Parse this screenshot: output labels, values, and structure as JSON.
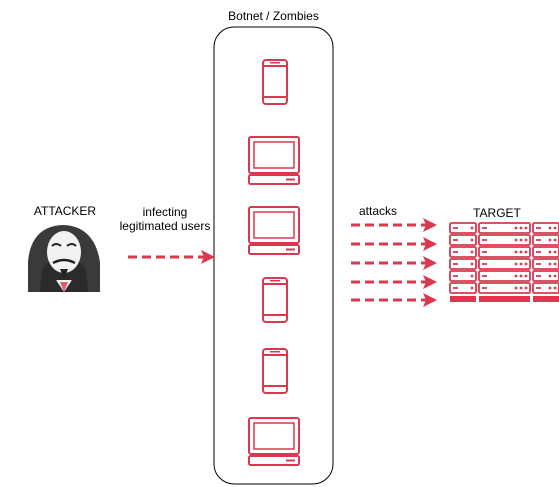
{
  "botnet": {
    "title": "Botnet / Zombies",
    "devices": [
      "phone",
      "laptop",
      "laptop",
      "phone",
      "phone",
      "laptop"
    ]
  },
  "attacker": {
    "title": "ATTACKER",
    "icon": "anonymous-hacker-icon"
  },
  "infect_arrow": {
    "line1": "infecting",
    "line2": "legitimated users"
  },
  "attack_arrows": {
    "label": "attacks",
    "count": 5
  },
  "target": {
    "title": "TARGET",
    "icon": "server-rack-icon"
  },
  "colors": {
    "accent": "#d9384f",
    "outline": "#000000",
    "hood": "#3a3a3a",
    "mask": "#f2f2f2"
  }
}
